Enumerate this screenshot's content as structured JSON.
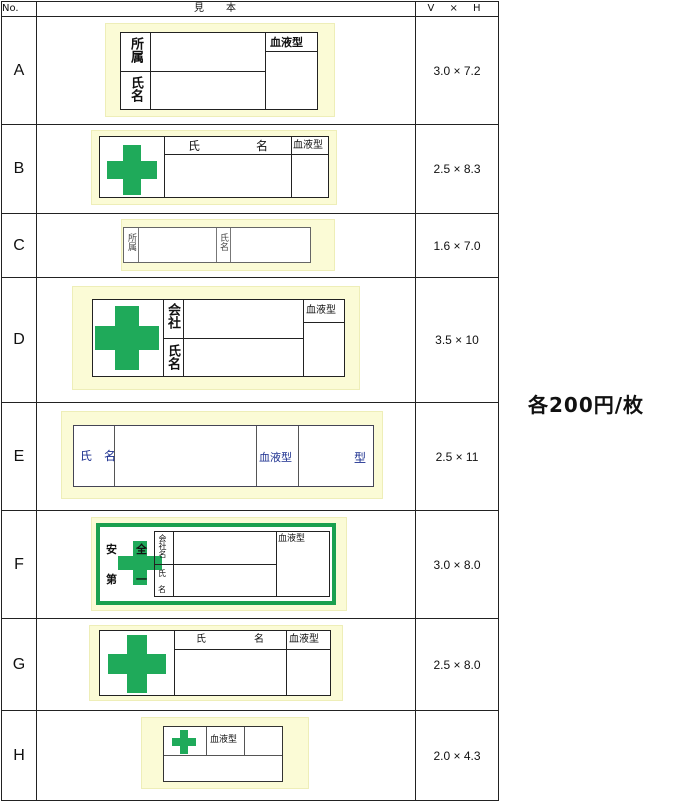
{
  "header": {
    "no": "No.",
    "sample": "見本",
    "vh": "V × H"
  },
  "price": "各200円/枚",
  "rows": [
    {
      "id": "A",
      "size": "3.0 × 7.2"
    },
    {
      "id": "B",
      "size": "2.5 × 8.3"
    },
    {
      "id": "C",
      "size": "1.6 × 7.0"
    },
    {
      "id": "D",
      "size": "3.5 × 10"
    },
    {
      "id": "E",
      "size": "2.5 × 11"
    },
    {
      "id": "F",
      "size": "3.0 × 8.0"
    },
    {
      "id": "G",
      "size": "2.5 × 8.0"
    },
    {
      "id": "H",
      "size": "2.0 × 4.3"
    }
  ],
  "labels": {
    "shozoku": "所属",
    "shimei": "氏名",
    "shi": "氏",
    "mei": "名",
    "ketsueki": "血液型",
    "kata": "型",
    "kaisha": "会社",
    "kaishamei": "会社名",
    "anzen_an": "安",
    "anzen_zen": "全",
    "daiichi_dai": "第",
    "daiichi_ichi": "一"
  },
  "colors": {
    "cross_green": "#1faa5a",
    "border_green": "#1aa04f",
    "laminate": "#fbfbd6",
    "blue_text": "#1b2f8f"
  }
}
